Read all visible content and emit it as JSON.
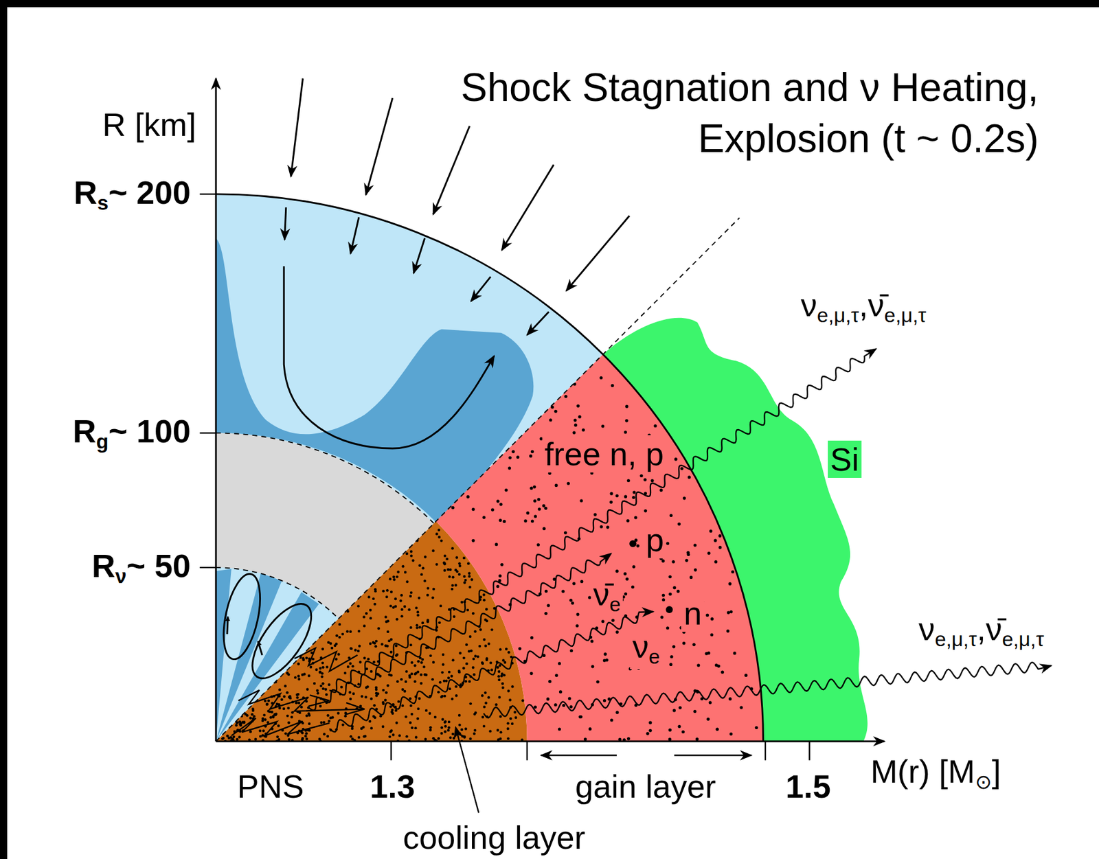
{
  "diagram": {
    "title": "Shock Stagnation and ν Heating, Explosion (t ~ 0.2s)",
    "labels": [
      "R [km]",
      "R",
      "s",
      "~ 200",
      "R",
      "g",
      "~ 100",
      "R",
      "ν",
      "~ 50",
      "ν",
      "e,μ,τ",
      ",ν̄",
      "e,μ,τ",
      "ν",
      "e,μ,τ",
      ",ν̄",
      "e,μ,τ",
      "free n, p",
      "p",
      "ν̄",
      "e",
      "n",
      "ν",
      "e",
      "Si",
      "PNS",
      "1.3",
      "gain layer",
      "1.5",
      "M(r) [M",
      "⊙",
      "]",
      "cooling layer"
    ]
  }
}
